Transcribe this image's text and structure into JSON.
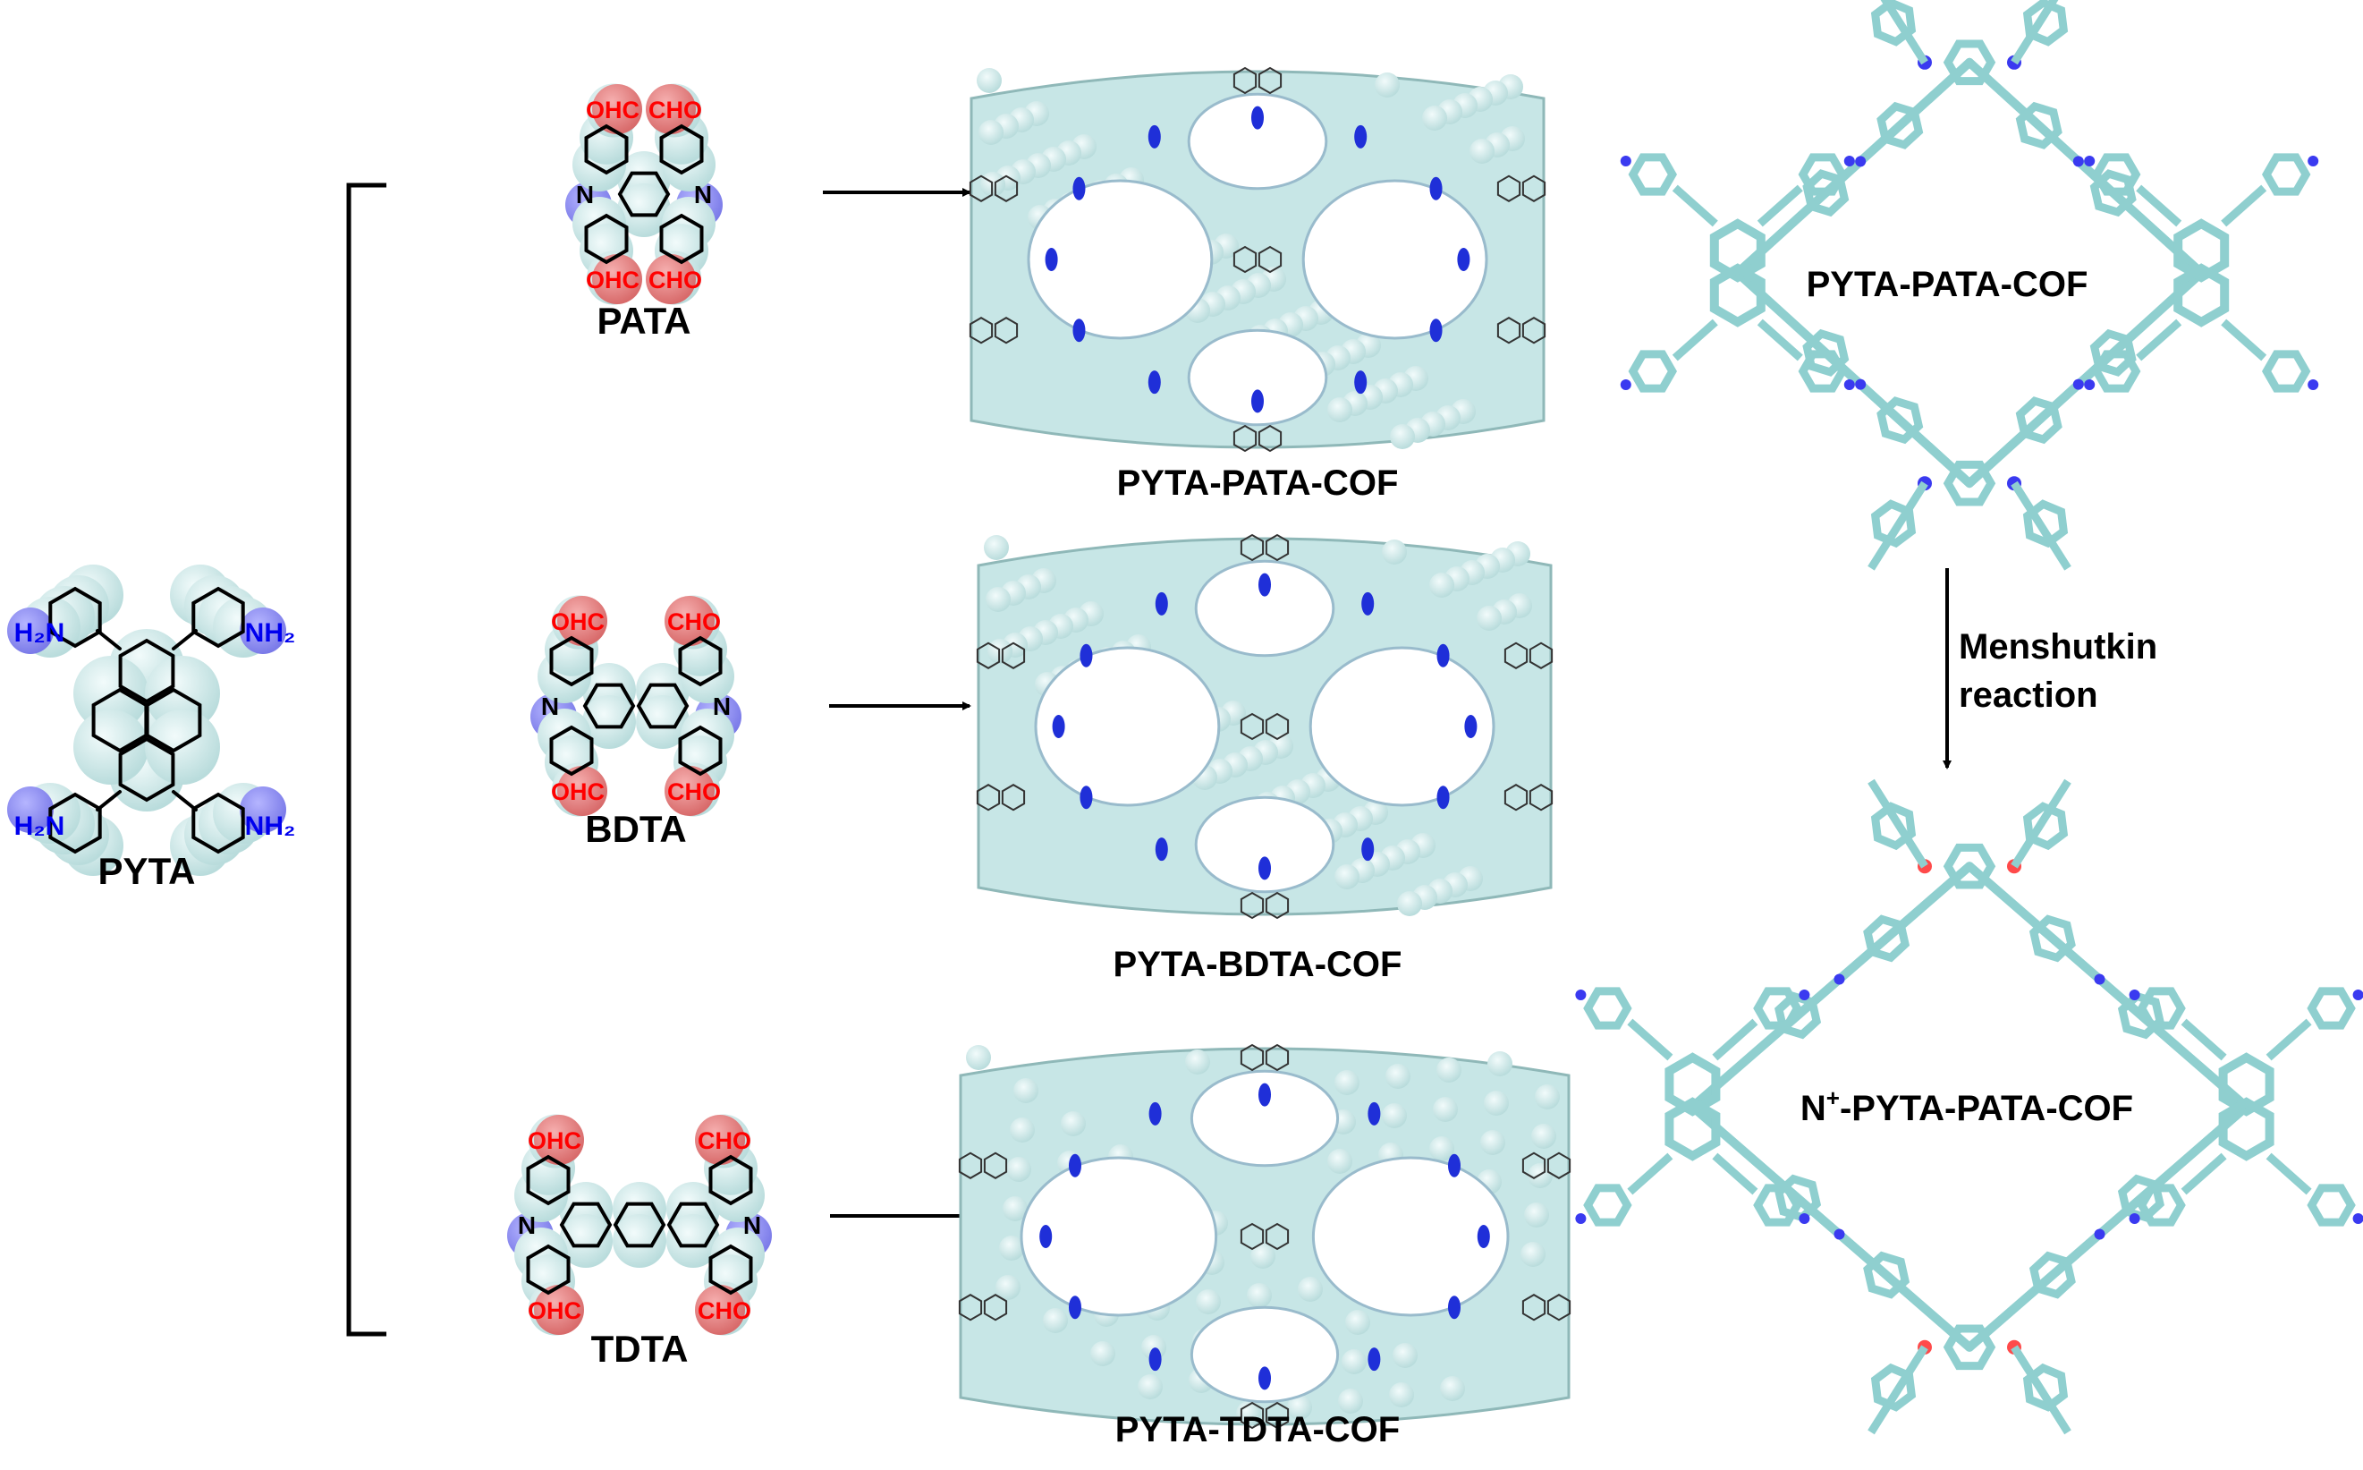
{
  "monomers": {
    "amine": {
      "name": "PYTA",
      "group": "NH2"
    },
    "aldehydes": [
      {
        "name": "PATA",
        "group": "OHC",
        "group_right": "CHO"
      },
      {
        "name": "BDTA",
        "group": "OHC",
        "group_right": "CHO"
      },
      {
        "name": "TDTA",
        "group": "OHC",
        "group_right": "CHO"
      }
    ]
  },
  "products": [
    {
      "name": "PYTA-PATA-COF"
    },
    {
      "name": "PYTA-BDTA-COF"
    },
    {
      "name": "PYTA-TDTA-COF"
    }
  ],
  "right_panel": {
    "top_label": "PYTA-PATA-COF",
    "reaction_line1": "Menshutkin",
    "reaction_line2": "reaction",
    "bottom_label_prefix": "N",
    "bottom_label_sup": "+",
    "bottom_label_suffix": "-PYTA-PATA-COF"
  },
  "colors": {
    "carbon": "#b8e0e0",
    "nitrogen": "#2a2ae8",
    "oxygen": "#ff4040",
    "aldehyde_text": "#ff0000",
    "amine_text": "#0000ee"
  }
}
